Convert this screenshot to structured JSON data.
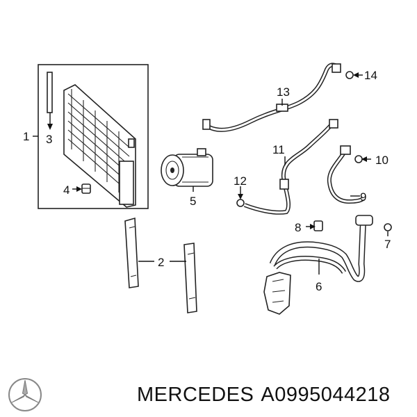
{
  "callouts": [
    "1",
    "2",
    "3",
    "4",
    "5",
    "6",
    "7",
    "8",
    "9",
    "10",
    "11",
    "12",
    "13",
    "14"
  ],
  "caption": {
    "brand": "MERCEDES",
    "part_number": "A0995044218"
  },
  "colors": {
    "ink": "#222222",
    "background": "#ffffff"
  },
  "logo": {
    "icon": "mercedes-star-icon",
    "text": ""
  }
}
